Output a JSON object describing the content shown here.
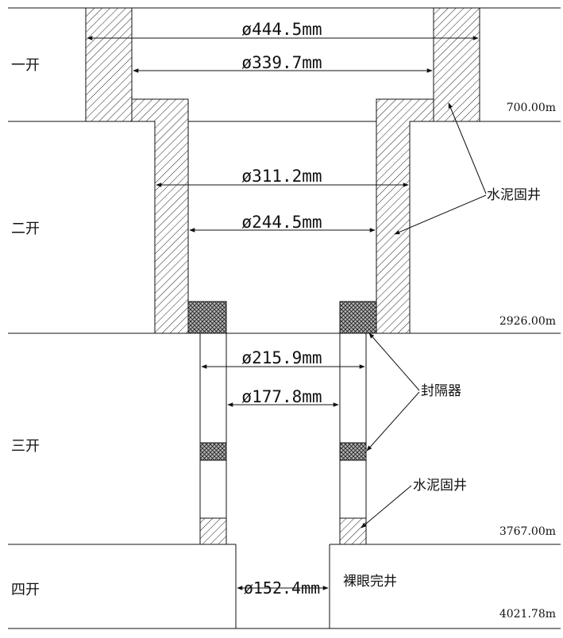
{
  "stages": [
    {
      "id": "stage-1",
      "label": "一开",
      "depth": "700.00m"
    },
    {
      "id": "stage-2",
      "label": "二开",
      "depth": "2926.00m"
    },
    {
      "id": "stage-3",
      "label": "三开",
      "depth": "3767.00m"
    },
    {
      "id": "stage-4",
      "label": "四开",
      "depth": "4021.78m"
    }
  ],
  "diameters": {
    "d444": "ø444.5mm",
    "d339": "ø339.7mm",
    "d311": "ø311.2mm",
    "d244": "ø244.5mm",
    "d215": "ø215.9mm",
    "d177": "ø177.8mm",
    "d152": "ø152.4mm"
  },
  "annotations": {
    "cement_upper": "水泥固井",
    "packer": "封隔器",
    "cement_lower": "水泥固井",
    "open_hole": "裸眼完井"
  }
}
